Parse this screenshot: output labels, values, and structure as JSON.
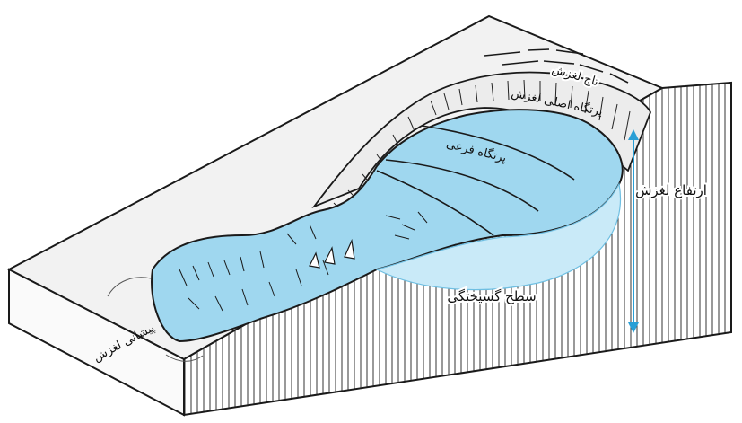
{
  "diagram": {
    "colors": {
      "ground_top": "#f2f2f2",
      "ground_side": "#ffffff",
      "outline": "#1a1a1a",
      "slide_fill": "#9fd7ef",
      "slide_fill_light": "#c9eaf8",
      "slide_edge": "#6fbfe2",
      "arrow": "#2a9fd6"
    },
    "labels": {
      "crown": "تاج لغزش",
      "main_scarp": "پرتگاه اصلی لغزش",
      "minor_scarp": "پرتگاه فرعی",
      "height": "ارتفاع لغزش",
      "rupture_surface": "سطح گسیختگی",
      "toe": "پیشانی لغزش"
    }
  }
}
